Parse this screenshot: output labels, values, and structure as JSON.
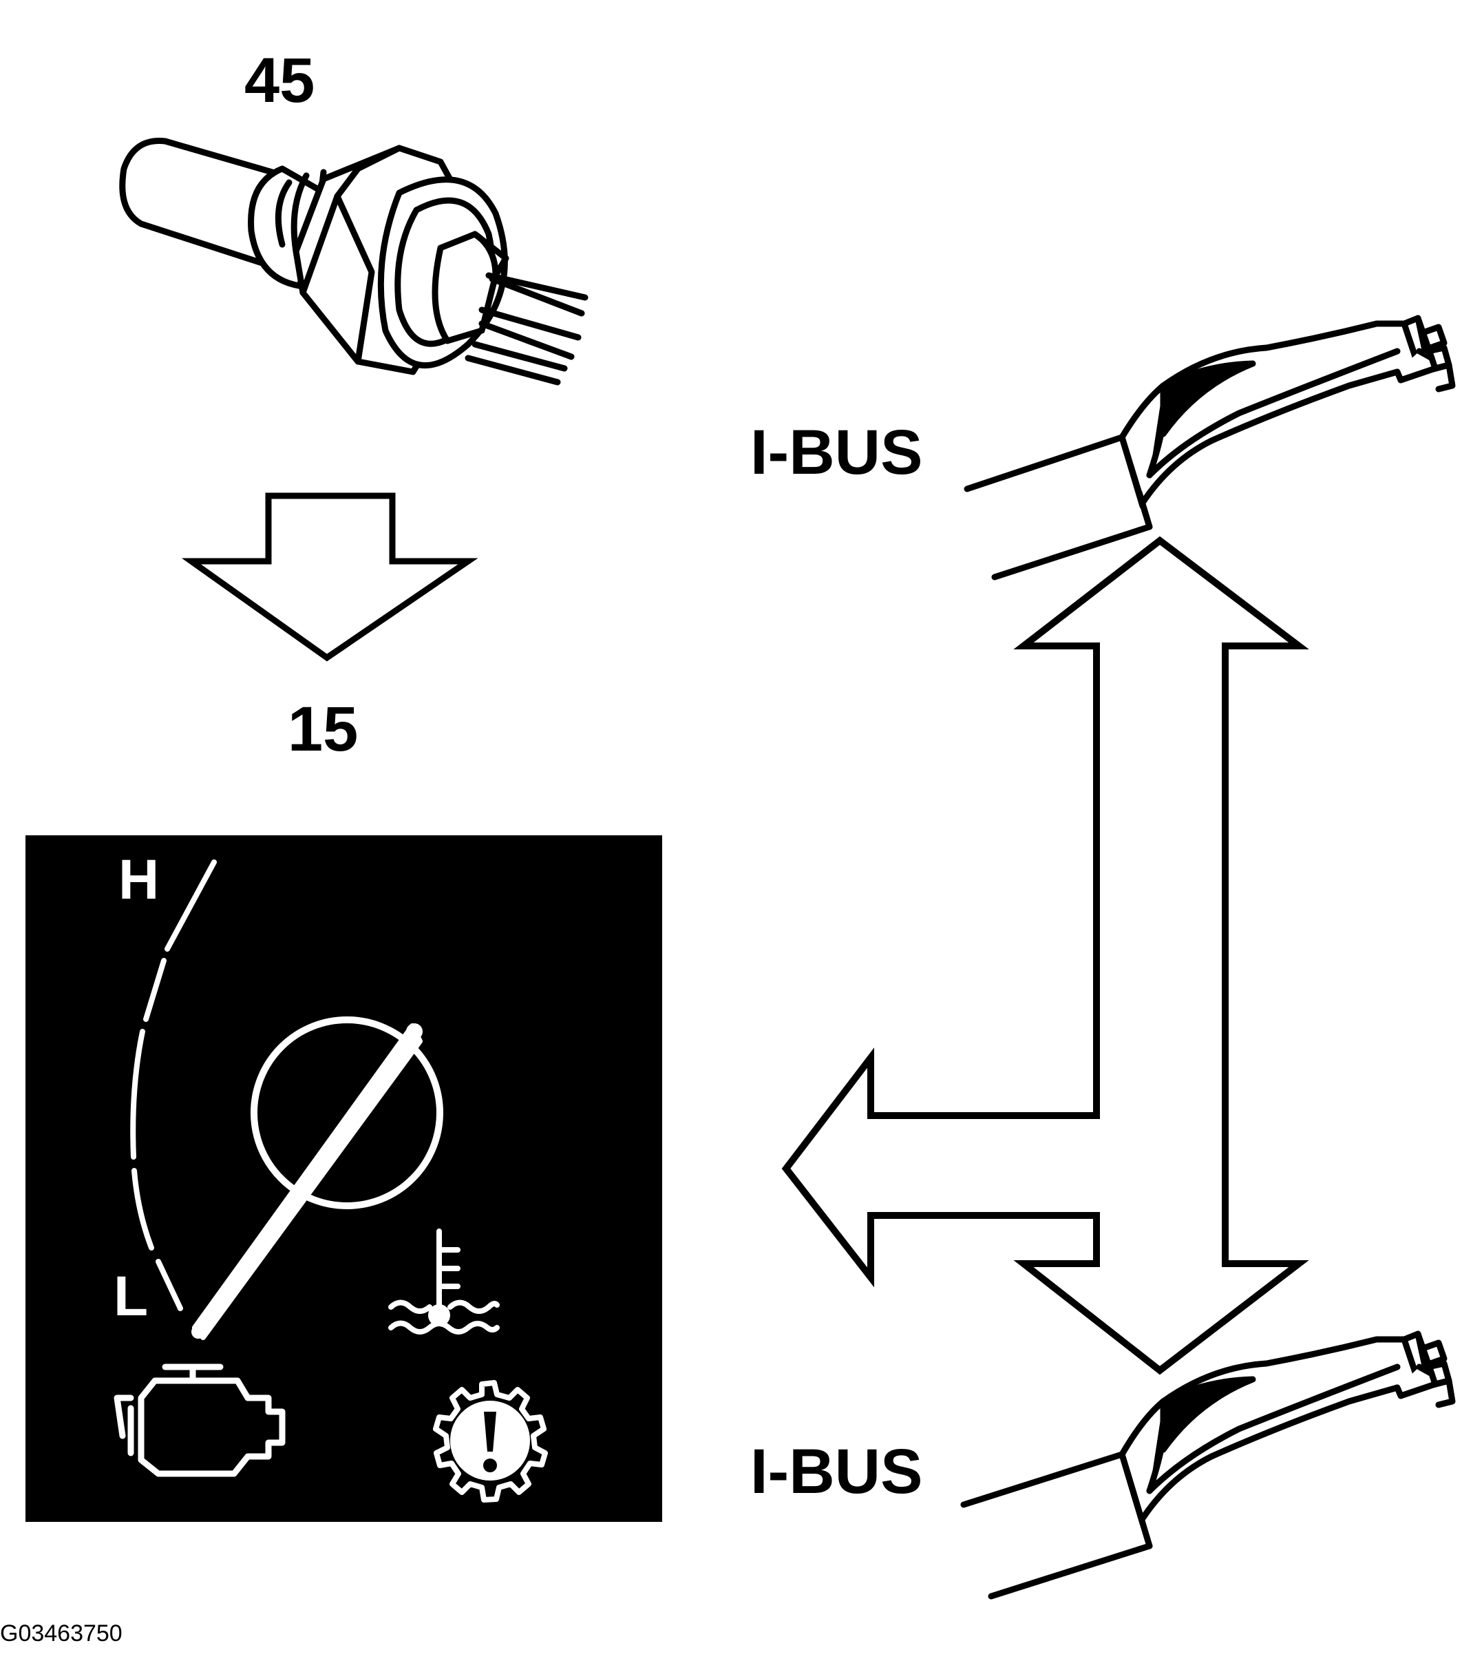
{
  "sensor": {
    "number": "45"
  },
  "cluster": {
    "number": "15",
    "gauge_high": "H",
    "gauge_low": "L"
  },
  "bus_top": {
    "label": "I-BUS"
  },
  "bus_bottom": {
    "label": "I-BUS"
  },
  "figure_ref": "G03463750",
  "colors": {
    "ink": "#000000",
    "paper": "#ffffff"
  },
  "icons": [
    "temperature-sensor-icon",
    "down-arrow-icon",
    "instrument-cluster-icon",
    "coolant-temperature-icon",
    "check-engine-icon",
    "gearbox-warning-icon",
    "bus-connector-icon",
    "bidirectional-arrow-icon"
  ]
}
